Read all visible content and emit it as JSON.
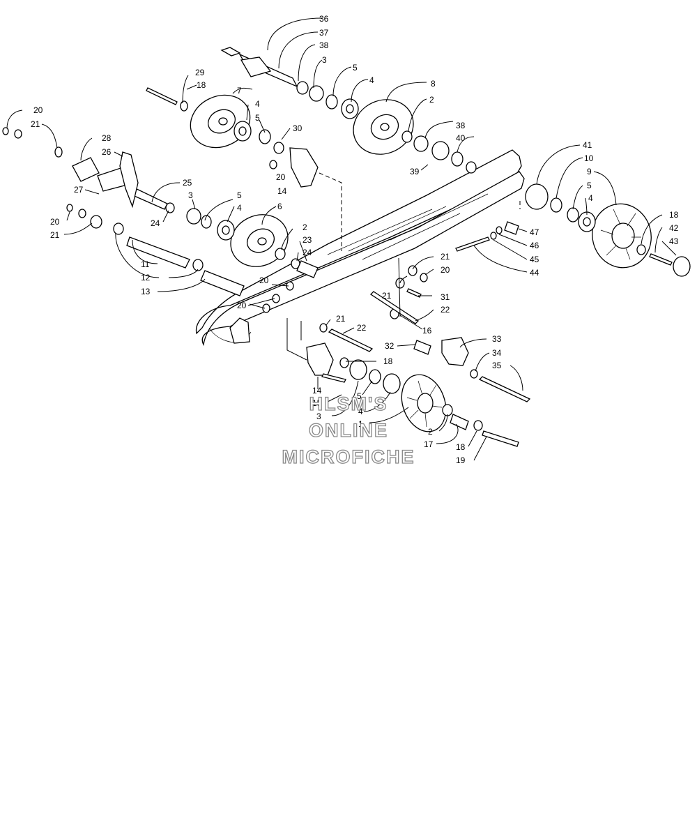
{
  "callouts": [
    "36",
    "37",
    "38",
    "3",
    "5",
    "4",
    "8",
    "2",
    "38",
    "40",
    "39",
    "29",
    "18",
    "7",
    "4",
    "5",
    "30",
    "20",
    "21",
    "28",
    "26",
    "20",
    "14",
    "25",
    "27",
    "3",
    "5",
    "4",
    "24",
    "41",
    "10",
    "9",
    "5",
    "4",
    "18",
    "42",
    "43",
    "47",
    "46",
    "45",
    "44",
    "20",
    "21",
    "11",
    "12",
    "13",
    "6",
    "2",
    "23",
    "24",
    "21",
    "20",
    "21",
    "31",
    "20",
    "20",
    "22",
    "21",
    "22",
    "16",
    "32",
    "33",
    "34",
    "35",
    "18",
    "14",
    "15",
    "3",
    "5",
    "4",
    "1",
    "2",
    "17",
    "18",
    "19"
  ],
  "watermark": {
    "line1": "HLSM'S",
    "line2": "ONLINE",
    "line3": "MICROFICHE"
  }
}
